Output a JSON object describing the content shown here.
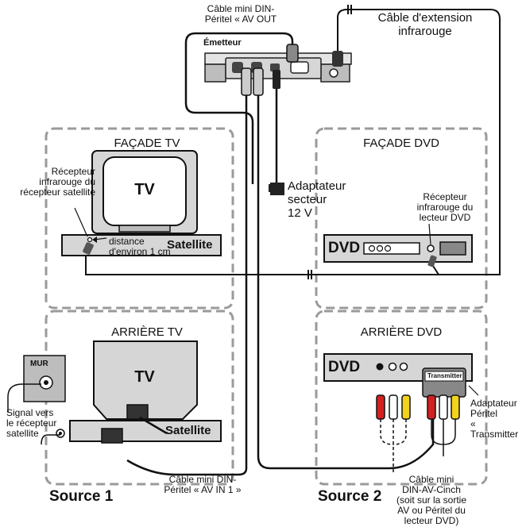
{
  "emitter": {
    "name": "Émetteur",
    "cable_label": "Câble mini DIN-\nPéritel « AV OUT"
  },
  "ir_extension": {
    "label": "Câble d'extension\ninfrarouge"
  },
  "tv_front": {
    "title": "FAÇADE TV",
    "tv_label": "TV",
    "satellite_label": "Satellite",
    "ir_receiver_label": "Récepteur\ninfrarouge du\nrécepteur satellite",
    "distance_label": "distance\nd'environ 1 cm"
  },
  "adapter": {
    "label": "Adaptateur\nsecteur\n12 V"
  },
  "dvd_front": {
    "title": "FAÇADE DVD",
    "dvd_label": "DVD",
    "ir_receiver_label": "Récepteur\ninfrarouge du\nlecteur DVD"
  },
  "tv_back": {
    "title": "ARRIÈRE TV",
    "tv_label": "TV",
    "satellite_label": "Satellite",
    "wall_label": "MUR",
    "signal_label": "Signal vers\nle récepteur\nsatellite",
    "cable_label": "Câble mini DIN-\nPéritel « AV IN 1 »"
  },
  "dvd_back": {
    "title": "ARRIÈRE DVD",
    "dvd_label": "DVD",
    "transmitter_label": "Transmitter",
    "adapter_label": "Adaptateur\nPéritel\n« Transmitter",
    "cable_label": "Câble mini\nDIN-AV-Cinch\n(soit sur la sortie\nAV ou Péritel du\nlecteur DVD)"
  },
  "sources": {
    "source1": "Source 1",
    "source2": "Source 2"
  },
  "colors": {
    "panel_border": "#9a9a9a",
    "device_gray": "#d9d9d9",
    "rca_red": "#d42020",
    "rca_white": "#ffffff",
    "rca_yellow": "#f2d21b"
  }
}
